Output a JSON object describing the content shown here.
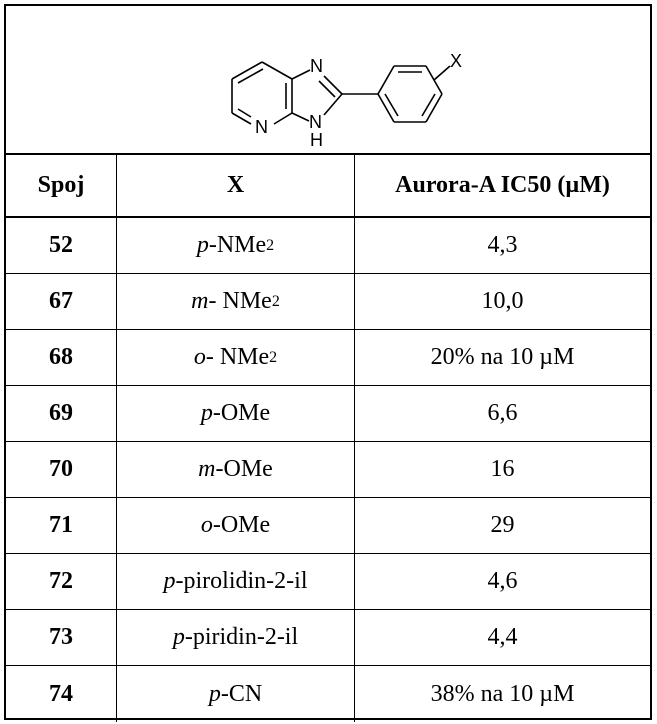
{
  "structure": {
    "atoms": {
      "n_top": "N",
      "n_bottom": "N",
      "nh_n": "N",
      "nh_h": "H",
      "substituent": "X"
    }
  },
  "table": {
    "headers": {
      "compound": "Spoj",
      "substituent": "X",
      "activity": "Aurora-A IC50 (µM)"
    },
    "rows": [
      {
        "compound": "52",
        "prefix": "p",
        "sep": "-",
        "group": "NMe",
        "sub": "2",
        "activity": "4,3"
      },
      {
        "compound": "67",
        "prefix": "m",
        "sep": "- ",
        "group": "NMe",
        "sub": "2",
        "activity": "10,0"
      },
      {
        "compound": "68",
        "prefix": "o",
        "sep": "- ",
        "group": "NMe",
        "sub": "2",
        "activity": "20% na 10 µM"
      },
      {
        "compound": "69",
        "prefix": "p",
        "sep": "-",
        "group": "OMe",
        "sub": "",
        "activity": "6,6"
      },
      {
        "compound": "70",
        "prefix": "m",
        "sep": "-",
        "group": "OMe",
        "sub": "",
        "activity": "16"
      },
      {
        "compound": "71",
        "prefix": "o",
        "sep": "-",
        "group": "OMe",
        "sub": "",
        "activity": "29"
      },
      {
        "compound": "72",
        "prefix": "p",
        "sep": "-",
        "group": "pirolidin-2-il",
        "sub": "",
        "activity": "4,6"
      },
      {
        "compound": "73",
        "prefix": "p",
        "sep": "-",
        "group": "piridin-2-il",
        "sub": "",
        "activity": "4,4"
      },
      {
        "compound": "74",
        "prefix": "p",
        "sep": "-",
        "group": "CN",
        "sub": "",
        "activity": "38% na 10 µM"
      }
    ]
  }
}
